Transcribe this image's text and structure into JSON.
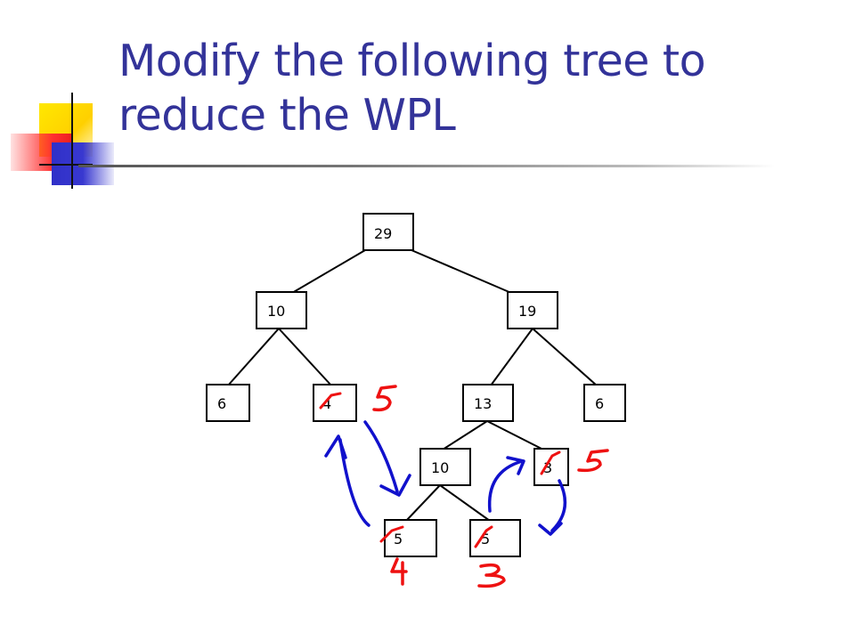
{
  "slide": {
    "title_line1": "Modify the following tree to",
    "title_line2": "reduce the WPL"
  },
  "tree": {
    "nodes": [
      {
        "id": "root",
        "label": "29"
      },
      {
        "id": "n10a",
        "label": "10"
      },
      {
        "id": "n19",
        "label": "19"
      },
      {
        "id": "n6a",
        "label": "6"
      },
      {
        "id": "n4",
        "label": "4"
      },
      {
        "id": "n13",
        "label": "13"
      },
      {
        "id": "n6b",
        "label": "6"
      },
      {
        "id": "n10b",
        "label": "10"
      },
      {
        "id": "n3",
        "label": "3"
      },
      {
        "id": "n5",
        "label": "5"
      },
      {
        "id": "n5b",
        "label": "5"
      }
    ],
    "annotations": [
      "5",
      "5",
      "4",
      "3"
    ]
  },
  "colors": {
    "title": "#333399",
    "annotation_red": "#ee1111",
    "annotation_blue": "#1111cc"
  }
}
